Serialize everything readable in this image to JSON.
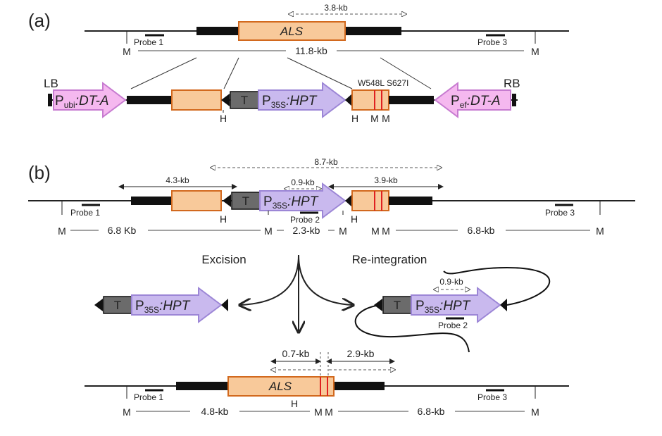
{
  "panel_a": {
    "label": "(a)",
    "gene": "ALS",
    "dist_top": "3.8-kb",
    "dist_main": "11.8-kb",
    "probe1": "Probe 1",
    "probe3": "Probe 3",
    "m": "M",
    "h": "H",
    "lb": "LB",
    "rb": "RB",
    "pubi_p": "P",
    "pubi_sub": "ubi",
    "pubi_gene": ":DT-A",
    "p35s_p": "P",
    "p35s_sub": "35S",
    "p35s_gene": ":HPT",
    "pef_p": "P",
    "pef_sub": "ef",
    "pef_gene": ":DT-A",
    "t": "T",
    "mut1": "W548L",
    "mut2": "S627I"
  },
  "panel_b": {
    "label": "(b)",
    "dist_87": "8.7-kb",
    "dist_43": "4.3-kb",
    "dist_09": "0.9-kb",
    "dist_39": "3.9-kb",
    "probe1": "Probe 1",
    "probe2": "Probe 2",
    "probe3": "Probe 3",
    "m": "M",
    "h": "H",
    "t": "T",
    "p": "P",
    "sub": "35S",
    "gene": ":HPT",
    "d68a": "6.8 Kb",
    "d23": "2.3-kb",
    "d68b": "6.8-kb",
    "excision": "Excision",
    "reintegration": "Re-integration",
    "dist_09b": "0.9-kb",
    "probe2b": "Probe 2",
    "dist_07": "0.7-kb",
    "dist_29": "2.9-kb",
    "als": "ALS",
    "probe1b": "Probe 1",
    "probe3b": "Probe 3",
    "d48": "4.8-kb",
    "d68c": "6.8-kb"
  },
  "colors": {
    "orange_fill": "#f8c99a",
    "orange_stroke": "#d2691e",
    "pink_fill": "#f5b8ef",
    "pink_stroke": "#c77bd0",
    "purple_fill": "#c9b9ee",
    "purple_stroke": "#9c86d6",
    "gray_box": "#6b6b6b",
    "red_line": "#e02020"
  }
}
